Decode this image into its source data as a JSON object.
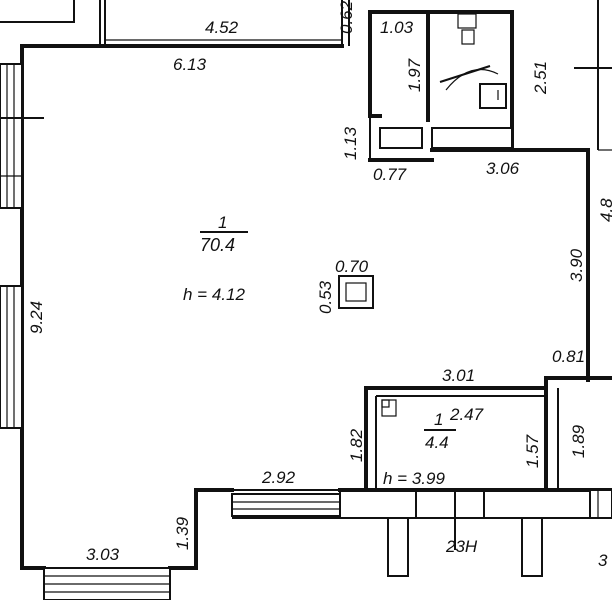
{
  "rooms": [
    {
      "number": "1",
      "area": "70.4",
      "height": "h = 4.12"
    },
    {
      "number": "1",
      "area": "4.4",
      "height": "h = 3.99"
    }
  ],
  "column_label_w": "0.70",
  "column_label_h": "0.53",
  "dimensions": {
    "top_4_52": "4.52",
    "top_0_62": "0.62",
    "top_1_03": "1.03",
    "inner_6_13": "6.13",
    "bath_1_97": "1.97",
    "right_2_51": "2.51",
    "left_1_13": "1.13",
    "step_0_77": "0.77",
    "wall_3_06": "3.06",
    "right_3_90": "3.90",
    "left_9_24": "9.24",
    "right_4_8": "4.8",
    "small_0_81": "0.81",
    "small_3_01": "3.01",
    "small_2_47": "2.47",
    "small_1_82": "1.82",
    "small_1_57": "1.57",
    "small_1_89": "1.89",
    "bottom_2_92": "2.92",
    "bottom_1_39": "1.39",
    "bottom_3_03": "3.03",
    "entrance_label": "23H",
    "edge_3": "3"
  }
}
